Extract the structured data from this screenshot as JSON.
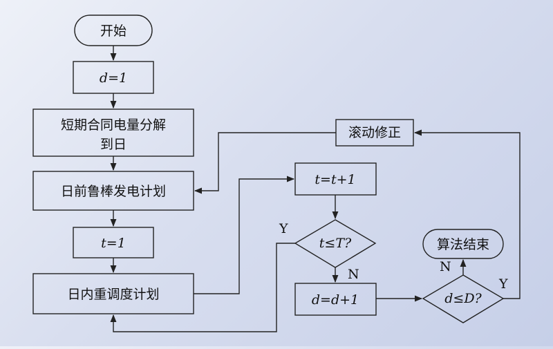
{
  "nodes": {
    "start": "开始",
    "init_d": "d=1",
    "split": {
      "line1": "短期合同电量分解",
      "line2": "到日"
    },
    "dayahead": "日前鲁棒发电计划",
    "init_t": "t=1",
    "intraday": "日内重调度计划",
    "inc_t": "t=t+1",
    "cond_t": "t≤T?",
    "inc_d": "d=d+1",
    "cond_d": "d≤D?",
    "rolling": "滚动修正",
    "end": "算法结束"
  },
  "edge_labels": {
    "cond_t_yes": "Y",
    "cond_t_no": "N",
    "cond_d_yes": "Y",
    "cond_d_no": "N"
  }
}
